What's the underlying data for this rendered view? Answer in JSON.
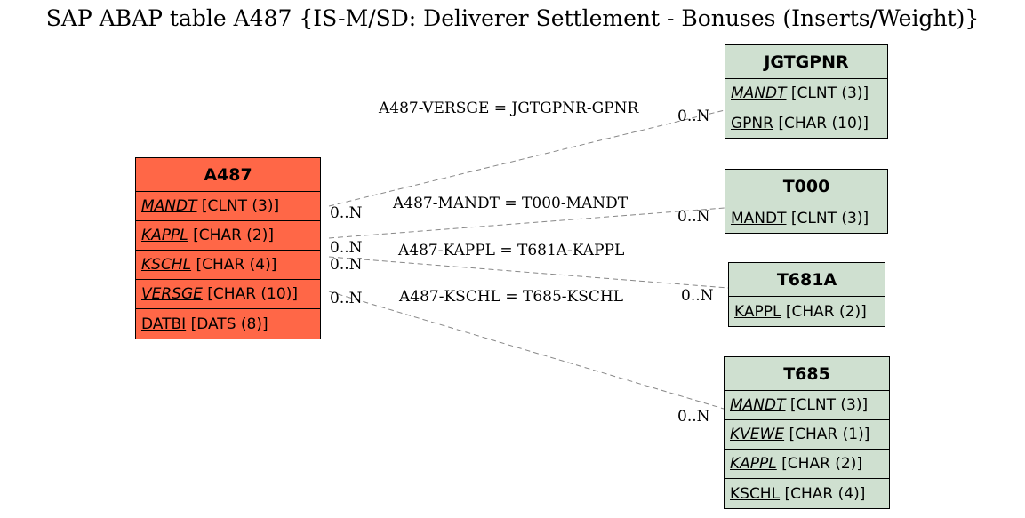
{
  "title": "SAP ABAP table A487 {IS-M/SD: Deliverer Settlement - Bonuses (Inserts/Weight)}",
  "colors": {
    "main_entity": "#ff6747",
    "ref_entity": "#cfe0d0",
    "line": "#888888"
  },
  "main": {
    "name": "A487",
    "fields": [
      {
        "name": "MANDT",
        "type": "[CLNT (3)]",
        "key": true
      },
      {
        "name": "KAPPL",
        "type": "[CHAR (2)]",
        "key": true
      },
      {
        "name": "KSCHL",
        "type": "[CHAR (4)]",
        "key": true
      },
      {
        "name": "VERSGE",
        "type": "[CHAR (10)]",
        "key": true
      },
      {
        "name": "DATBI",
        "type": "[DATS (8)]",
        "key": false
      }
    ]
  },
  "tables": [
    {
      "name": "JGTGPNR",
      "fields": [
        {
          "name": "MANDT",
          "type": "[CLNT (3)]",
          "key": true
        },
        {
          "name": "GPNR",
          "type": "[CHAR (10)]",
          "key": false
        }
      ]
    },
    {
      "name": "T000",
      "fields": [
        {
          "name": "MANDT",
          "type": "[CLNT (3)]",
          "key": false
        }
      ]
    },
    {
      "name": "T681A",
      "fields": [
        {
          "name": "KAPPL",
          "type": "[CHAR (2)]",
          "key": false
        }
      ]
    },
    {
      "name": "T685",
      "fields": [
        {
          "name": "MANDT",
          "type": "[CLNT (3)]",
          "key": true
        },
        {
          "name": "KVEWE",
          "type": "[CHAR (1)]",
          "key": true
        },
        {
          "name": "KAPPL",
          "type": "[CHAR (2)]",
          "key": true
        },
        {
          "name": "KSCHL",
          "type": "[CHAR (4)]",
          "key": false
        }
      ]
    }
  ],
  "relations": [
    {
      "label": "A487-VERSGE = JGTGPNR-GPNR",
      "from_card": "0..N",
      "to_card": "0..N"
    },
    {
      "label": "A487-MANDT = T000-MANDT",
      "from_card": "0..N",
      "to_card": "0..N"
    },
    {
      "label": "A487-KAPPL = T681A-KAPPL",
      "from_card": "0..N",
      "to_card": "0..N"
    },
    {
      "label": "A487-KSCHL = T685-KSCHL",
      "from_card": "0..N",
      "to_card": "0..N"
    }
  ]
}
